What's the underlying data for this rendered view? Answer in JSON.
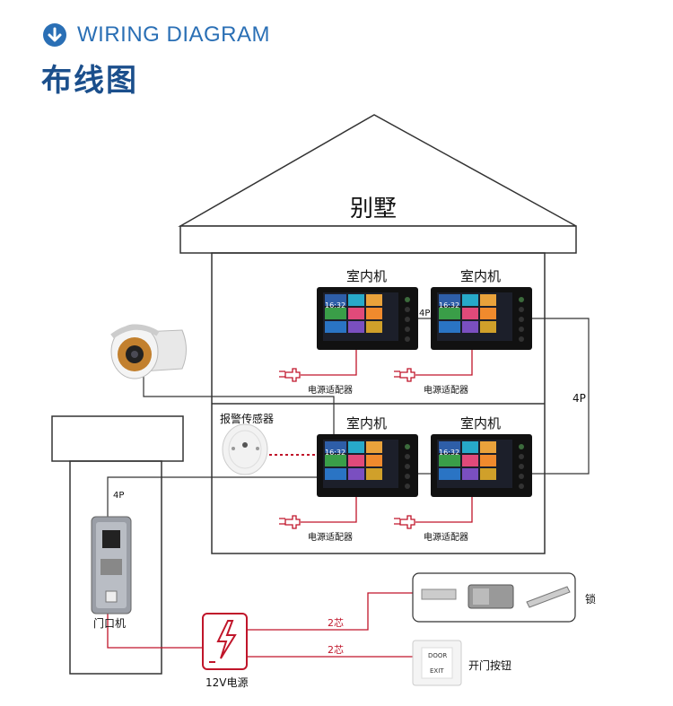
{
  "header": {
    "title_en": "WIRING DIAGRAM",
    "title_cn": "布线图",
    "icon": "down-arrow-circle-icon",
    "accent_color": "#2a6fb5"
  },
  "house": {
    "label": "别墅"
  },
  "monitors": [
    {
      "label": "室内机",
      "adapter_label": "电源适配器",
      "time": "16:32"
    },
    {
      "label": "室内机",
      "adapter_label": "电源适配器",
      "time": "16:32"
    },
    {
      "label": "室内机",
      "adapter_label": "电源适配器",
      "time": "16:32"
    },
    {
      "label": "室内机",
      "adapter_label": "电源适配器",
      "time": "16:32"
    }
  ],
  "connections": {
    "between_top_monitors": "4P",
    "right_riser": "4P",
    "door_station_cable": "4P",
    "lock_cable": "2芯",
    "button_cable": "2芯"
  },
  "alarm_sensor": {
    "label": "报警传感器"
  },
  "door_station": {
    "label": "门口机"
  },
  "power_supply": {
    "label": "12V电源"
  },
  "lock": {
    "label": "锁"
  },
  "exit_button": {
    "label": "开门按钮",
    "face_text_1": "DOOR",
    "face_text_2": "EXIT"
  },
  "colors": {
    "wire_red": "#c0152a",
    "line": "#333333",
    "monitor": "#111111"
  }
}
